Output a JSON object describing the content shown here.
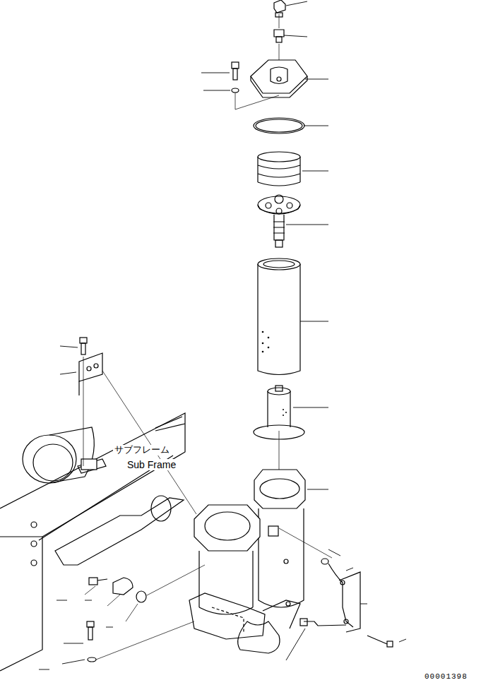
{
  "diagram": {
    "labels": [
      "サブフレーム",
      "Sub Frame",
      "00001398"
    ]
  }
}
